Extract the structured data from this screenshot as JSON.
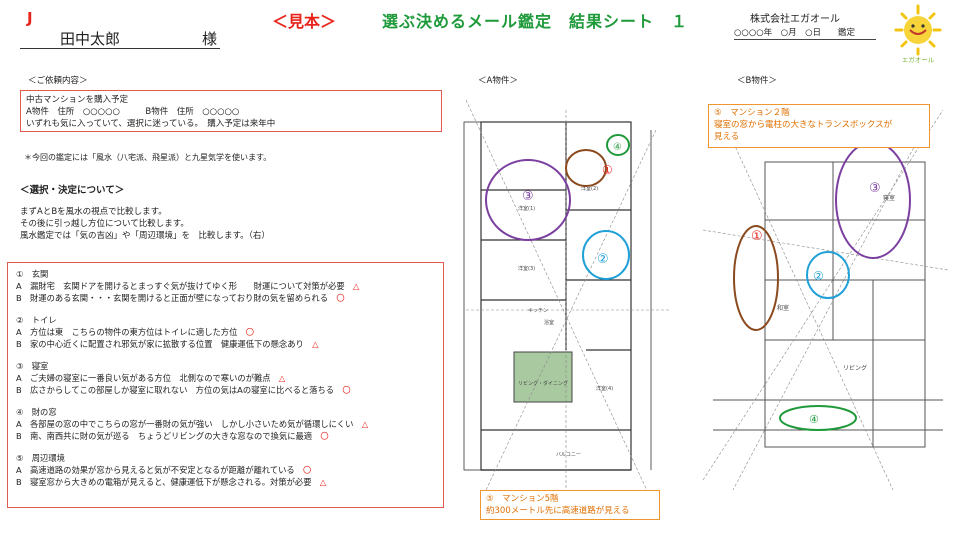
{
  "header": {
    "mark": "J",
    "sample_label": "＜見本＞",
    "title": "選ぶ決めるメール鑑定　結果シート　１",
    "company": "株式会社エガオール",
    "date_line": "○○○○年　○月　○日　　鑑定",
    "client_name": "田中太郎",
    "client_suffix": "様",
    "logo_text": "エガオール"
  },
  "request": {
    "heading": "＜ご依頼内容＞",
    "lines": [
      "中古マンションを購入予定",
      "A物件　住所　○○○○○　　　B物件　住所　○○○○○",
      "いずれも気に入っていて、選択に迷っている。　購入予定は来年中"
    ]
  },
  "note": "＊今回の鑑定には「風水（八宅派、飛星派）と九星気学を使います。",
  "selection": {
    "heading": "＜選択・決定について＞",
    "lines": [
      "まずAとBを風水の視点で比較します。",
      "その後に引っ越し方位について比較します。",
      "風水鑑定では「気の吉凶」や「周辺環境」を　比較します。（右）"
    ]
  },
  "results": [
    {
      "title": "①　玄関",
      "items": [
        {
          "text": "A　漏財宅　玄関ドアを開けるとまっすぐ気が抜けてゆく形　　財運について対策が必要",
          "mark": "△"
        },
        {
          "text": "B　財運のある玄関・・・玄関を開けると正面が壁になっており財の気を留められる",
          "mark": "〇"
        }
      ]
    },
    {
      "title": "②　トイレ",
      "items": [
        {
          "text": "A　方位は東　こちらの物件の東方位はトイレに適した方位",
          "mark": "〇"
        },
        {
          "text": "B　家の中心近くに配置され邪気が家に拡散する位置　健康運低下の懸念あり",
          "mark": "△"
        }
      ]
    },
    {
      "title": "③　寝室",
      "items": [
        {
          "text": "A　ご夫婦の寝室に一番良い気がある方位　北側なので寒いのが難点",
          "mark": "△"
        },
        {
          "text": "B　広さからしてこの部屋しか寝室に取れない　方位の気はAの寝室に比べると落ちる",
          "mark": "〇"
        }
      ]
    },
    {
      "title": "④　財の窓",
      "items": [
        {
          "text": "A　各部屋の窓の中でこちらの窓が一番財の気が強い　しかし小さいため気が循環しにくい",
          "mark": "△"
        },
        {
          "text": "B　南、南西共に財の気が巡る　ちょうどリビングの大きな窓なので換気に最適",
          "mark": "〇"
        }
      ]
    },
    {
      "title": "⑤　周辺環境",
      "items": [
        {
          "text": "A　高速道路の効果が窓から見えると気が不安定となるが距離が離れている",
          "mark": "〇"
        },
        {
          "text": "B　寝室窓から大きめの電箱が見えると、健康運低下が懸念される。対策が必要",
          "mark": "△"
        }
      ]
    }
  ],
  "plan_a": {
    "heading": "＜A物件＞",
    "callout": [
      "⑤　マンション5階",
      "約300メートル先に高速道路が見える"
    ],
    "markers": [
      "①",
      "②",
      "③",
      "④"
    ],
    "room_labels": [
      "洋室(1)",
      "洋室(2)",
      "洋室(3)",
      "キッチン",
      "リビング・ダイニング",
      "洋室(4)",
      "バルコニー",
      "浴室"
    ]
  },
  "plan_b": {
    "heading": "＜B物件＞",
    "callout": [
      "⑤　マンション２階",
      "寝室の窓から電柱の大きなトランスボックスが",
      "見える"
    ],
    "markers": [
      "①",
      "②",
      "③",
      "④"
    ],
    "room_labels": [
      "寝室",
      "和室",
      "リビング"
    ]
  },
  "colors": {
    "red": "#e8231a",
    "green": "#1f9a3b",
    "orange": "#f0962c",
    "purple": "#7b3fa0",
    "brown": "#8b4a1e",
    "cyan": "#1fa0d8"
  }
}
